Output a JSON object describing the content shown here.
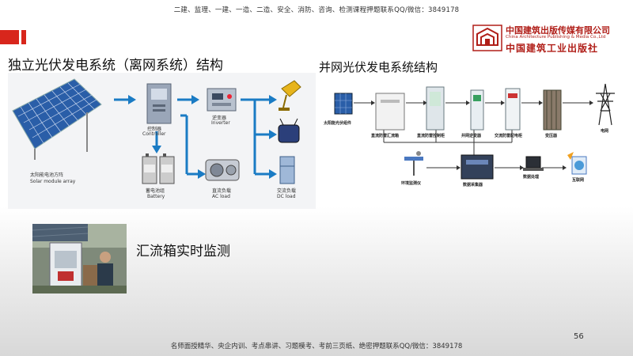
{
  "banners": {
    "top": "二建、监理、一建、一造、二造、安全、消防、咨询、检测课程押题联系QQ/微信：3849178",
    "bottom": "名师面授精华、央企内训、考点串讲、习题模考、考前三页纸、绝密押题联系QQ/微信：3849178"
  },
  "publisher": {
    "name_cn": "中国建筑出版传媒有限公司",
    "name_en": "China Architecture Publishing & Media Co.,Ltd",
    "name_calligraphy": "中国建筑工业出版社"
  },
  "sections": {
    "offgrid_title": "独立光伏发电系统（离网系统）结构",
    "gridtied_title": "并网光伏发电系统结构",
    "combiner_title": "汇流箱实时监测"
  },
  "offgrid_labels": {
    "solar_cn": "太阳能电池方阵",
    "solar_en": "Solar module array",
    "controller_cn": "控制器",
    "controller_en": "Controller",
    "inverter_cn": "逆变器",
    "inverter_en": "Inverter",
    "battery_cn": "蓄电池组",
    "battery_en": "Battery",
    "ac_load_cn": "直流负载",
    "ac_load_en": "AC load",
    "dc_load_cn": "交流负载",
    "dc_load_en": "DC load"
  },
  "gridtied_labels": {
    "pv_module": "太阳能光伏组件",
    "dc_combiner": "直流防雷汇流箱",
    "dc_cabinet": "直流防雷控制柜",
    "grid_inverter": "并网逆变器",
    "ac_cabinet": "交流防雷配电柜",
    "transformer": "变压器",
    "grid": "电网",
    "env_monitor": "环境监测仪",
    "data_collector": "数据采集器",
    "data_processing": "数据处理",
    "internet": "互联网"
  },
  "page_number": "56",
  "colors": {
    "arrow_blue": "#1a7bc4",
    "brand_red": "#d8261c",
    "panel_blue": "#2a5ea8"
  }
}
